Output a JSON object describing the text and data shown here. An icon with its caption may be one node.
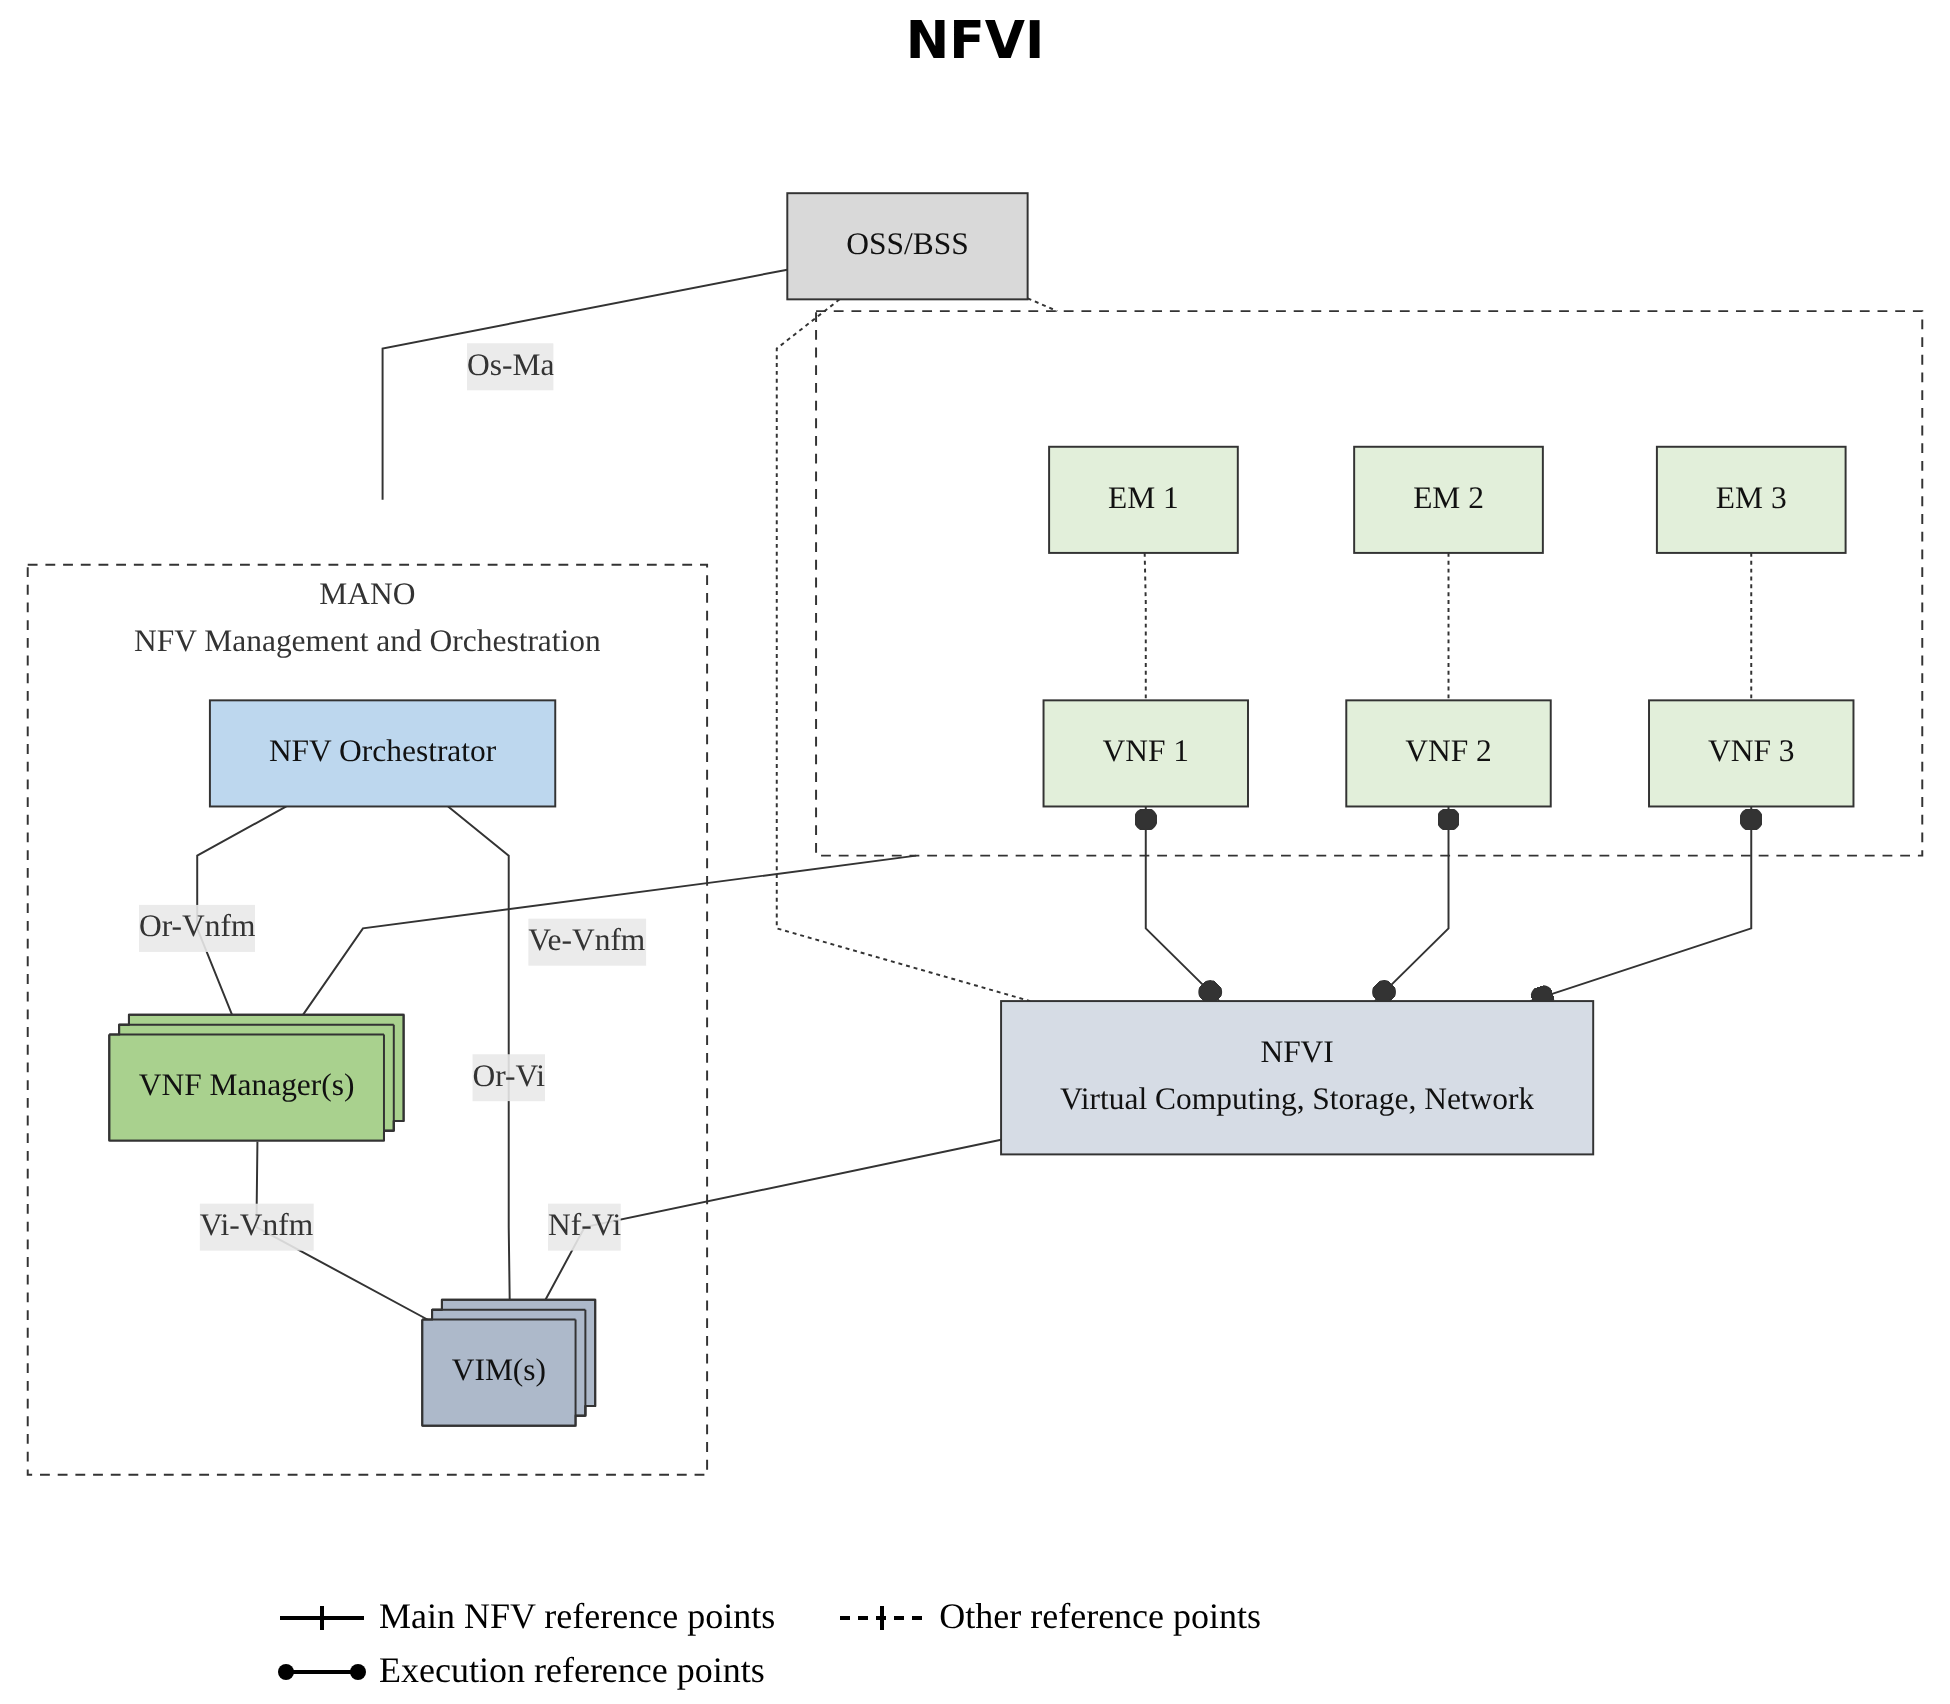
{
  "diagram": {
    "nodes": [
      {
        "text": [
          "OSS/BSS"
        ]
      },
      {
        "text": [],
        "shape": "box"
      },
      {
        "text": [
          "EM 1"
        ],
        "in": 1
      },
      {
        "text": [
          "EM 2"
        ],
        "in": 1
      },
      {
        "text": [
          "EM 3"
        ],
        "in": 1
      },
      {
        "text": [
          "VNF 1"
        ],
        "in": 1
      },
      {
        "text": [
          "VNF 2"
        ],
        "in": 1
      },
      {
        "text": [
          "VNF 3"
        ],
        "in": 1
      },
      {
        "text": [
          "NFVI",
          "Virtual Computing, Storage, Network"
        ]
      },
      {
        "text": [
          "MANO",
          "NFV Management and Orchestration"
        ]
      },
      {
        "text": [
          "NFV Orchestrator"
        ],
        "in": 9
      },
      {
        "text": [
          "VNF Manager(s)"
        ],
        "in": 9
      },
      {
        "text": [
          "VIM(s)"
        ],
        "in": 9
      }
    ],
    "edges": [
      {
        "from": 0,
        "to": 9,
        "arrow": "none",
        "label": "Os-Ma"
      },
      {
        "from": 0,
        "to": 1,
        "arrow": "none",
        "style": "dashed"
      },
      {
        "from": 0,
        "to": 8,
        "arrow": "none",
        "style": "dashed"
      },
      {
        "from": 2,
        "to": 5,
        "arrow": "none",
        "style": "dashed"
      },
      {
        "from": 3,
        "to": 6,
        "arrow": "none",
        "style": "dashed"
      },
      {
        "from": 4,
        "to": 7,
        "arrow": "none",
        "style": "dashed"
      },
      {
        "from": 5,
        "to": 8,
        "arrow": "other"
      },
      {
        "from": 6,
        "to": 8,
        "arrow": "other"
      },
      {
        "from": 7,
        "to": 8,
        "arrow": "other"
      },
      {
        "from": 1,
        "to": 11,
        "arrow": "none",
        "label": "Ve-Vnfm"
      },
      {
        "from": 10,
        "to": 11,
        "arrow": "none",
        "label": "Or-Vnfm"
      },
      {
        "from": 11,
        "to": 12,
        "arrow": "none",
        "label": "Vi-Vnfm"
      },
      {
        "from": 10,
        "to": 12,
        "arrow": "none",
        "label": "Or-Vi"
      },
      {
        "from": 8,
        "to": 12,
        "arrow": "none",
        "label": "Nf-Vi"
      }
    ],
    "labels": [
      "NFVI"
    ],
    "legend": [
      {
        "text": "Main NFV reference points"
      },
      {
        "text": "Other reference points"
      },
      {
        "text": "Execution reference points"
      }
    ]
  }
}
